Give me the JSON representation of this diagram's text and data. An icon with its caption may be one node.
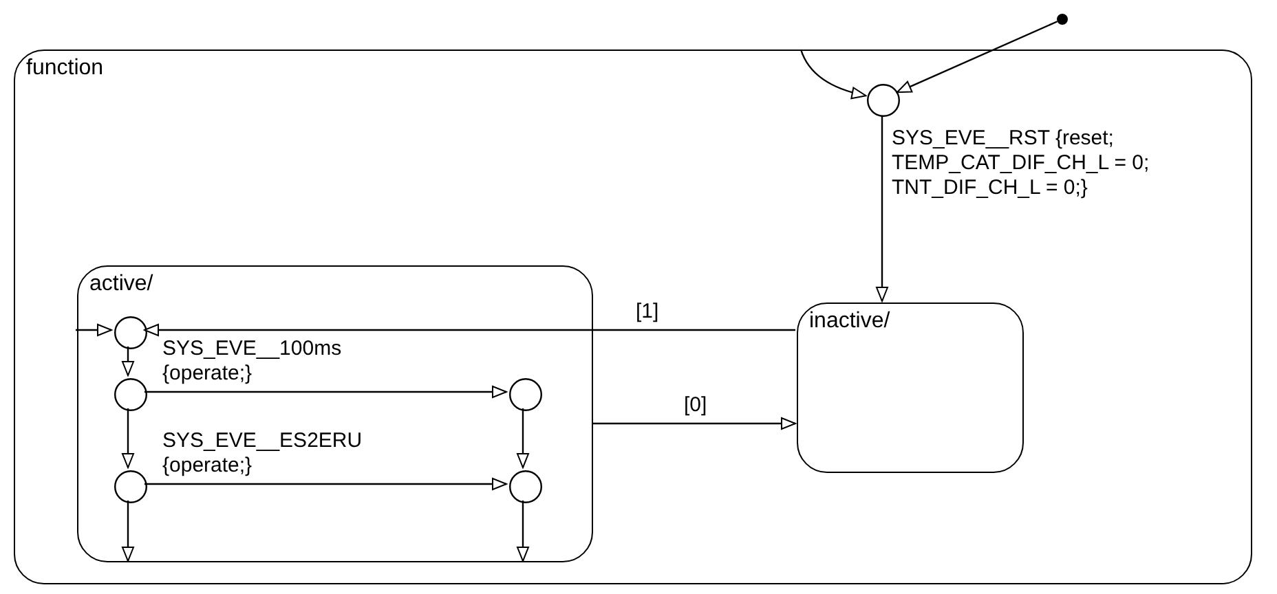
{
  "diagram": {
    "nodes": [
      {
        "text": [
          "function"
        ]
      },
      {
        "text": [
          "active/"
        ],
        "in": 0
      },
      {
        "text": [
          "inactive/"
        ],
        "in": 0
      },
      {
        "text": [],
        "shape": "circle",
        "in": 0
      },
      {
        "text": [],
        "shape": "dot"
      },
      {
        "text": [],
        "shape": "circle",
        "in": 1
      },
      {
        "text": [],
        "shape": "circle",
        "in": 1
      },
      {
        "text": [],
        "shape": "circle",
        "in": 1
      },
      {
        "text": [],
        "shape": "circle",
        "in": 1
      },
      {
        "text": [],
        "shape": "circle",
        "in": 1
      }
    ],
    "edges": [
      {
        "from": 4,
        "to": 3,
        "arrow": "to"
      },
      {
        "from": 0,
        "to": 3,
        "arrow": "to"
      },
      {
        "from": 3,
        "to": 2,
        "arrow": "to",
        "label": "SYS_EVE__RST {reset; TEMP_CAT_DIF_CH_L = 0; TNT_DIF_CH_L = 0;}"
      },
      {
        "from": 1,
        "to": 5,
        "arrow": "to"
      },
      {
        "from": 2,
        "to": 5,
        "arrow": "to",
        "label": "[1]"
      },
      {
        "from": 1,
        "to": 2,
        "arrow": "to",
        "label": "[0]"
      },
      {
        "from": 5,
        "to": 6,
        "arrow": "to"
      },
      {
        "from": 6,
        "to": 7,
        "arrow": "to",
        "label": "SYS_EVE__100ms {operate;}"
      },
      {
        "from": 7,
        "to": 9,
        "arrow": "to"
      },
      {
        "from": 6,
        "to": 8,
        "arrow": "to"
      },
      {
        "from": 8,
        "to": 9,
        "arrow": "to",
        "label": "SYS_EVE__ES2ERU {operate;}"
      },
      {
        "from": 8,
        "to": 1,
        "arrow": "to"
      },
      {
        "from": 9,
        "to": 1,
        "arrow": "to"
      }
    ]
  }
}
